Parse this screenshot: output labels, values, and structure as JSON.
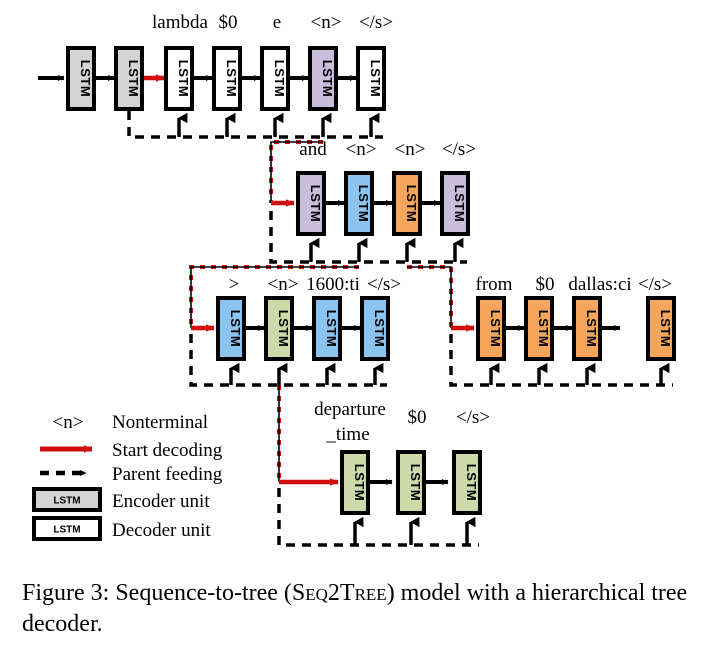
{
  "figure": {
    "caption_prefix": "Figure 3:",
    "caption_text_1": "Sequence-to-tree (",
    "caption_model_name": "Seq2Tree",
    "caption_text_2": ") model",
    "caption_line_2": "with a hierarchical tree decoder."
  },
  "colors": {
    "encoder_gray": "#d4d4d4",
    "decoder_white": "#ffffff",
    "nonterminal_purple": "#c9bfdd",
    "nonterminal_blue": "#8cc4f0",
    "nonterminal_orange": "#f5a55c",
    "nonterminal_green": "#cdd9a8",
    "start_decoding_red": "#d10f0f",
    "parent_feeding_black": "#000000",
    "outline_black": "#000000"
  },
  "unit_label": "LSTM",
  "rows": [
    {
      "id": "row-encoder-decoder-top",
      "name": "root-sequence",
      "units": [
        {
          "label": "LSTM",
          "fill": "#d4d4d4",
          "token": "",
          "kind": "encoder"
        },
        {
          "label": "LSTM",
          "fill": "#d4d4d4",
          "token": "",
          "kind": "encoder"
        },
        {
          "label": "LSTM",
          "fill": "#ffffff",
          "token": "lambda",
          "kind": "decoder"
        },
        {
          "label": "LSTM",
          "fill": "#ffffff",
          "token": "$0",
          "kind": "decoder"
        },
        {
          "label": "LSTM",
          "fill": "#ffffff",
          "token": "e",
          "kind": "decoder"
        },
        {
          "label": "LSTM",
          "fill": "#c9bfdd",
          "token": "<n>",
          "kind": "decoder-nonterminal"
        },
        {
          "label": "LSTM",
          "fill": "#ffffff",
          "token": "</s>",
          "kind": "decoder"
        }
      ]
    },
    {
      "id": "row-level2",
      "name": "and-branch",
      "units": [
        {
          "label": "LSTM",
          "fill": "#c9bfdd",
          "token": "and",
          "kind": "decoder"
        },
        {
          "label": "LSTM",
          "fill": "#8cc4f0",
          "token": "<n>",
          "kind": "decoder-nonterminal"
        },
        {
          "label": "LSTM",
          "fill": "#f5a55c",
          "token": "<n>",
          "kind": "decoder-nonterminal"
        },
        {
          "label": "LSTM",
          "fill": "#c9bfdd",
          "token": "</s>",
          "kind": "decoder"
        }
      ]
    },
    {
      "id": "row-level3-left",
      "name": "greater-than-branch",
      "units": [
        {
          "label": "LSTM",
          "fill": "#8cc4f0",
          "token": ">",
          "kind": "decoder"
        },
        {
          "label": "LSTM",
          "fill": "#cdd9a8",
          "token": "<n>",
          "kind": "decoder-nonterminal"
        },
        {
          "label": "LSTM",
          "fill": "#8cc4f0",
          "token": "1600:ti",
          "kind": "decoder"
        },
        {
          "label": "LSTM",
          "fill": "#8cc4f0",
          "token": "</s>",
          "kind": "decoder"
        }
      ]
    },
    {
      "id": "row-level3-right",
      "name": "from-branch",
      "units": [
        {
          "label": "LSTM",
          "fill": "#f5a55c",
          "token": "from",
          "kind": "decoder"
        },
        {
          "label": "LSTM",
          "fill": "#f5a55c",
          "token": "$0",
          "kind": "decoder"
        },
        {
          "label": "LSTM",
          "fill": "#f5a55c",
          "token": "dallas:ci",
          "kind": "decoder"
        },
        {
          "label": "LSTM",
          "fill": "#f5a55c",
          "token": "</s>",
          "kind": "decoder"
        }
      ]
    },
    {
      "id": "row-level4",
      "name": "departure-time-branch",
      "units": [
        {
          "label": "LSTM",
          "fill": "#cdd9a8",
          "token": "departure_time",
          "token_line1": "departure",
          "token_line2": "_time",
          "kind": "decoder"
        },
        {
          "label": "LSTM",
          "fill": "#cdd9a8",
          "token": "$0",
          "kind": "decoder"
        },
        {
          "label": "LSTM",
          "fill": "#cdd9a8",
          "token": "</s>",
          "kind": "decoder"
        }
      ]
    }
  ],
  "legend": {
    "items": [
      {
        "symbol": "<n>",
        "label": "Nonterminal",
        "type": "token"
      },
      {
        "symbol": "red-arrow",
        "label": "Start decoding",
        "type": "arrow"
      },
      {
        "symbol": "dashed-arrow",
        "label": "Parent feeding",
        "type": "arrow"
      },
      {
        "symbol": "LSTM",
        "label": "Encoder unit",
        "type": "box",
        "fill": "#d4d4d4"
      },
      {
        "symbol": "LSTM",
        "label": "Decoder unit",
        "type": "box",
        "fill": "#ffffff"
      }
    ]
  }
}
